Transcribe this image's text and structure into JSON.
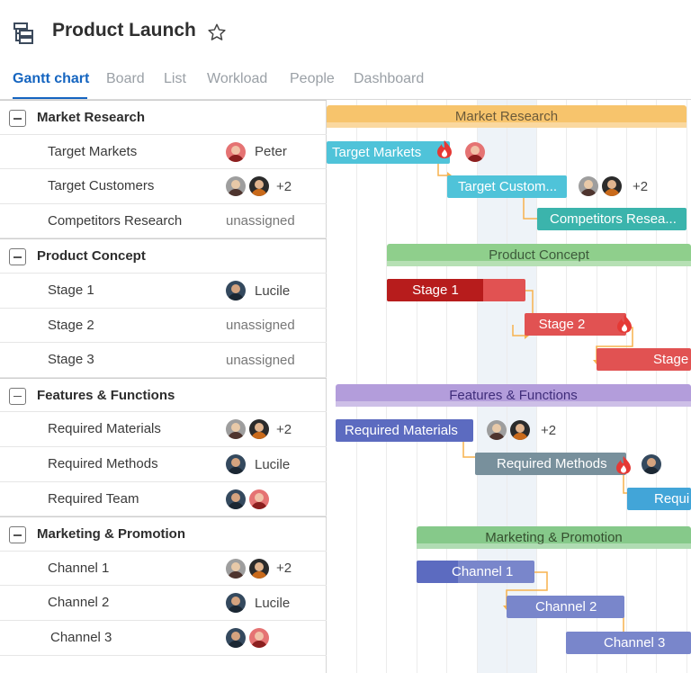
{
  "header": {
    "title": "Product Launch",
    "app_icon": "gantt-tree-icon",
    "star_icon": "star-outline-icon"
  },
  "tabs": [
    {
      "label": "Gantt chart",
      "active": true
    },
    {
      "label": "Board"
    },
    {
      "label": "List"
    },
    {
      "label": "Workload"
    },
    {
      "label": "People"
    },
    {
      "label": "Dashboard"
    }
  ],
  "groups": [
    {
      "name": "Market Research",
      "tasks": [
        {
          "name": "Target Markets",
          "assignee": "Peter"
        },
        {
          "name": "Target Customers",
          "assignee_extra": "+2"
        },
        {
          "name": "Competitors Research",
          "assignee": "unassigned"
        }
      ]
    },
    {
      "name": "Product Concept",
      "tasks": [
        {
          "name": "Stage 1",
          "assignee": "Lucile"
        },
        {
          "name": "Stage 2",
          "assignee": "unassigned"
        },
        {
          "name": "Stage 3",
          "assignee": "unassigned"
        }
      ]
    },
    {
      "name": "Features & Functions",
      "tasks": [
        {
          "name": "Required Materials",
          "assignee_extra": "+2"
        },
        {
          "name": "Required Methods",
          "assignee": "Lucile"
        },
        {
          "name": "Required Team"
        }
      ]
    },
    {
      "name": "Marketing & Promotion",
      "tasks": [
        {
          "name": "Channel 1",
          "assignee_extra": "+2"
        },
        {
          "name": "Channel 2",
          "assignee": "Lucile"
        },
        {
          "name": "Channel 3"
        }
      ]
    }
  ],
  "gantt": {
    "group_bars": [
      "Market Research",
      "Product Concept",
      "Features & Functions",
      "Marketing & Promotion"
    ],
    "task_bars": {
      "target_markets": "Target Markets",
      "target_customers": "Target Custom...",
      "competitors": "Competitors Resea...",
      "stage1": "Stage 1",
      "stage2": "Stage 2",
      "stage3": "Stage",
      "required_materials": "Required Materials",
      "required_methods": "Required Methods",
      "required_team": "Requi",
      "channel1": "Channel 1",
      "channel2": "Channel 2",
      "channel3": "Channel 3"
    },
    "extra_count": "+2"
  },
  "colors": {
    "accent": "#1565c0",
    "market_group": "#f7c46c",
    "market_task": "#4fc3d9",
    "market_task_teal": "#3bb4ac",
    "concept_group": "#8fcf8c",
    "stage1_red": "#b71c1c",
    "stage_red": "#e15252",
    "features_group": "#b39ddb",
    "materials": "#5c6bc0",
    "methods": "#78909c",
    "team": "#42a5d8",
    "marketing_group": "#86c98a",
    "channel": "#7986cb",
    "connector": "#f7b24d"
  }
}
